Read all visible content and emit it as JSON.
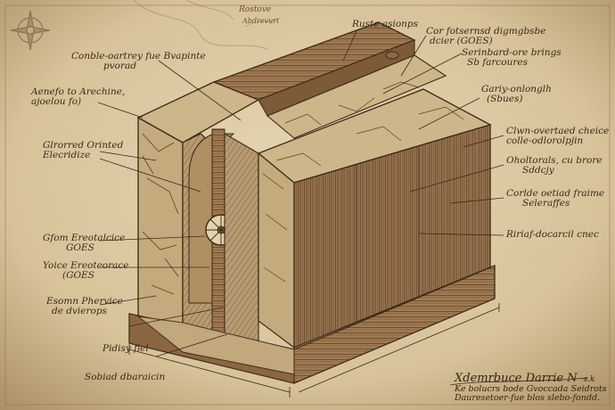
{
  "palette": {
    "paper": "#dcc9a3",
    "ink": "#3b2a17",
    "wood": "#9a7550",
    "wood_dark": "#5e4127",
    "stone": "#cdb68a"
  },
  "map_text": [
    "Rostove",
    "Abdrevuri"
  ],
  "labels": [
    {
      "id": "top-center",
      "l1": "Ruste asionps",
      "l2": ""
    },
    {
      "id": "top-right-1",
      "l1": "Cor fotsernsd digmgbsbe",
      "l2": "dcier (GOES)"
    },
    {
      "id": "top-right-2",
      "l1": "Serinbard-ore brings",
      "l2": "Sb farcoures"
    },
    {
      "id": "right-1",
      "l1": "Gariy-onlonglh",
      "l2": "(Sbues)"
    },
    {
      "id": "right-2",
      "l1": "Clwn-overtaed cheice",
      "l2": "colle-odlorolpjin"
    },
    {
      "id": "right-3",
      "l1": "Oholtorals, cu brore",
      "l2": "Sddcjy"
    },
    {
      "id": "right-4",
      "l1": "Corlde oetiad fraime",
      "l2": "Seleraffes"
    },
    {
      "id": "right-5",
      "l1": "Ririaf-docarcil cnec",
      "l2": ""
    },
    {
      "id": "left-1",
      "l1": "Conble-oartrey fue Bvapinte",
      "l2": "pvorad"
    },
    {
      "id": "left-2",
      "l1": "Aenefo to Arechine,",
      "l2": "ajoelou fo)"
    },
    {
      "id": "left-3",
      "l1": "Glrorred Orinted",
      "l2": "Elecridize"
    },
    {
      "id": "left-4",
      "l1": "Gfom Ereotalcice",
      "l2": "GOES"
    },
    {
      "id": "left-5",
      "l1": "Yoice Ereoteorace",
      "l2": "(GOES"
    },
    {
      "id": "left-6",
      "l1": "Esomn Phervice",
      "l2": "de dvierops"
    },
    {
      "id": "bottom-1",
      "l1": "Pidisy fiel",
      "l2": ""
    },
    {
      "id": "bottom-2",
      "l1": "Sobiad dbaraicin",
      "l2": ""
    }
  ],
  "title_block": {
    "line1": "Xdemrbuce Darrie N",
    "suffix": "·s.k",
    "line2": "Ke bolucrs bode Gvoccada Seidrots",
    "line3": "Dauresetoer-fue blos slebo-fondd."
  }
}
